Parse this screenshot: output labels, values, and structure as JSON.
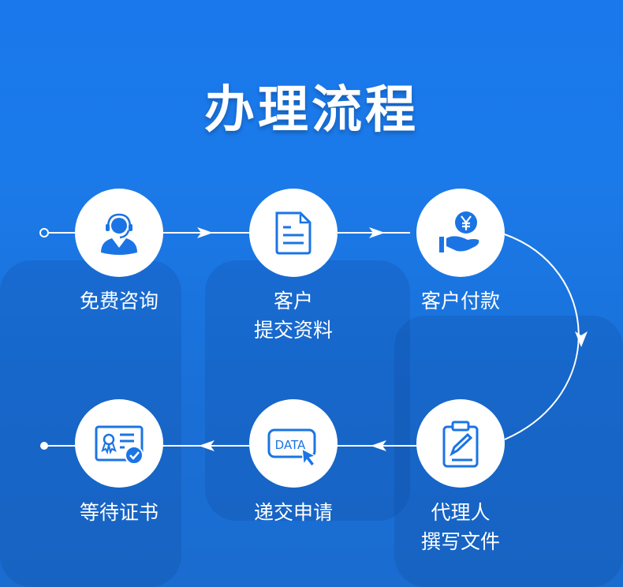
{
  "title": "办理流程",
  "colors": {
    "background": "#1b7ae9",
    "icon": "#1b74e4",
    "circle": "#ffffff"
  },
  "steps": [
    {
      "icon": "customer-service-headset-icon",
      "label": [
        "免费咨询"
      ]
    },
    {
      "icon": "document-icon",
      "label": [
        "客户",
        "提交资料"
      ]
    },
    {
      "icon": "yen-payment-hand-icon",
      "label": [
        "客户付款"
      ]
    },
    {
      "icon": "clipboard-edit-icon",
      "label": [
        "代理人",
        "撰写文件"
      ]
    },
    {
      "icon": "data-click-icon",
      "label": [
        "递交申请"
      ],
      "icon_text": "DATA"
    },
    {
      "icon": "certificate-check-icon",
      "label": [
        "等待证书"
      ]
    }
  ]
}
